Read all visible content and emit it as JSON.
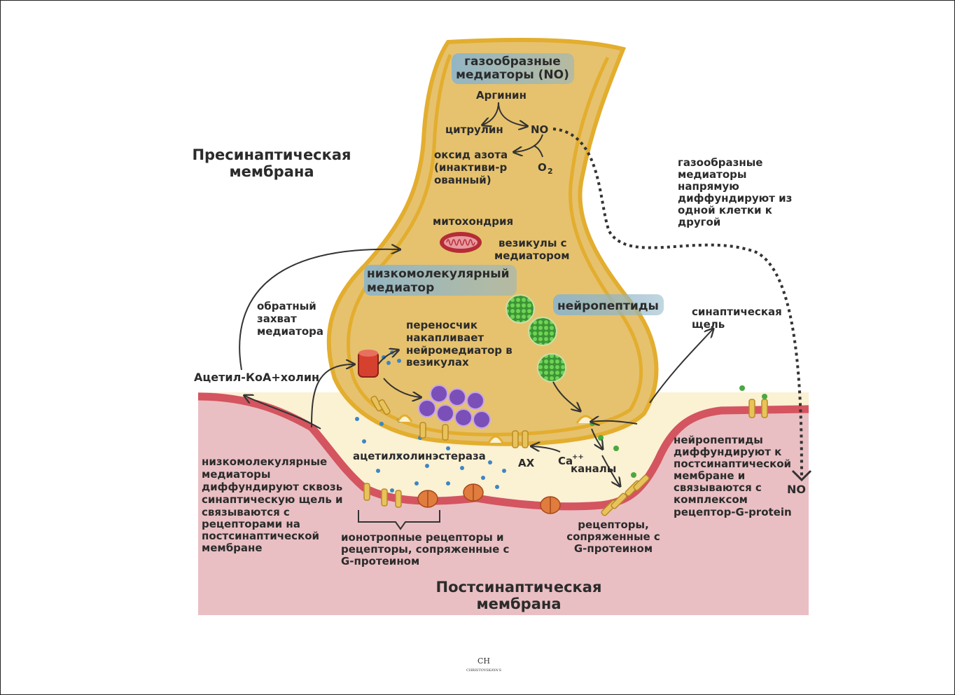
{
  "titles": {
    "presynaptic": [
      "Пресинаптическая",
      "мембрана"
    ],
    "postsynaptic": [
      "Постсинаптическая",
      "мембрана"
    ]
  },
  "tags": {
    "gaseous": [
      "газообразные",
      "медиаторы (NO)"
    ],
    "low_molecular": [
      "низкомолекулярный",
      "медиатор"
    ],
    "neuropeptides": "нейропептиды"
  },
  "no_pathway": {
    "arginine": "Аргинин",
    "citrulline": "цитрулин",
    "no": "NO",
    "nitric_oxide": [
      "оксид азота",
      "(инактиви-р",
      "ованный)"
    ],
    "o2": "O",
    "o2_sub": "2"
  },
  "labels": {
    "mitochondria": "митохондрия",
    "vesicles": [
      "везикулы с",
      "медиатором"
    ],
    "reuptake": [
      "обратный",
      "захват",
      "медиатора"
    ],
    "acetyl_coa": "Ацетил-КоА+холин",
    "transporter": [
      "переносчик",
      "накапливает",
      "нейромедиатор в",
      "везикулах"
    ],
    "synaptic_cleft": [
      "синаптическая",
      "щель"
    ],
    "gas_diffuse": [
      "газообразные",
      "медиаторы",
      "напрямую",
      "диффундируют из",
      "одной клетки к",
      "другой"
    ],
    "acetylcholinesterase": "ацетилхолинэстераза",
    "ax": "АХ",
    "ca": "Ca",
    "ca_sup": "++",
    "channels": "каналы",
    "no_post": "NO",
    "low_mol_diffuse": [
      "низкомолекулярные",
      "медиаторы",
      "диффундируют сквозь",
      "синаптическую щель и",
      "связываются с",
      "рецепторами на",
      "постсинаптической",
      "мембране"
    ],
    "ionotropic": [
      "ионотропные рецепторы и",
      "рецепторы, сопряженные с",
      "G-протеином"
    ],
    "g_receptors": [
      "рецепторы,",
      "сопряженные с",
      "G-протеином"
    ],
    "neuropep_diffuse": [
      "нейропептиды",
      "диффундируют к",
      "постсинаптической",
      "мембране и",
      "связываются с",
      "комплексом",
      "рецептор-G-protein"
    ]
  },
  "logo": {
    "mark": "CH",
    "name": "CHRISTOVSKAYA'S"
  },
  "colors": {
    "terminal_fill": "#e6c26e",
    "terminal_edge": "#e3ad2e",
    "post_fill": "#e9bfc3",
    "post_membrane": "#d4545f",
    "cleft": "#fbf1d3",
    "tag_bg": "#8fb5c8",
    "vesicle_purple": "#7a4fb8",
    "vesicle_green": "#4aa840",
    "dot_blue": "#3b86c4",
    "mito": "#b52c36"
  }
}
